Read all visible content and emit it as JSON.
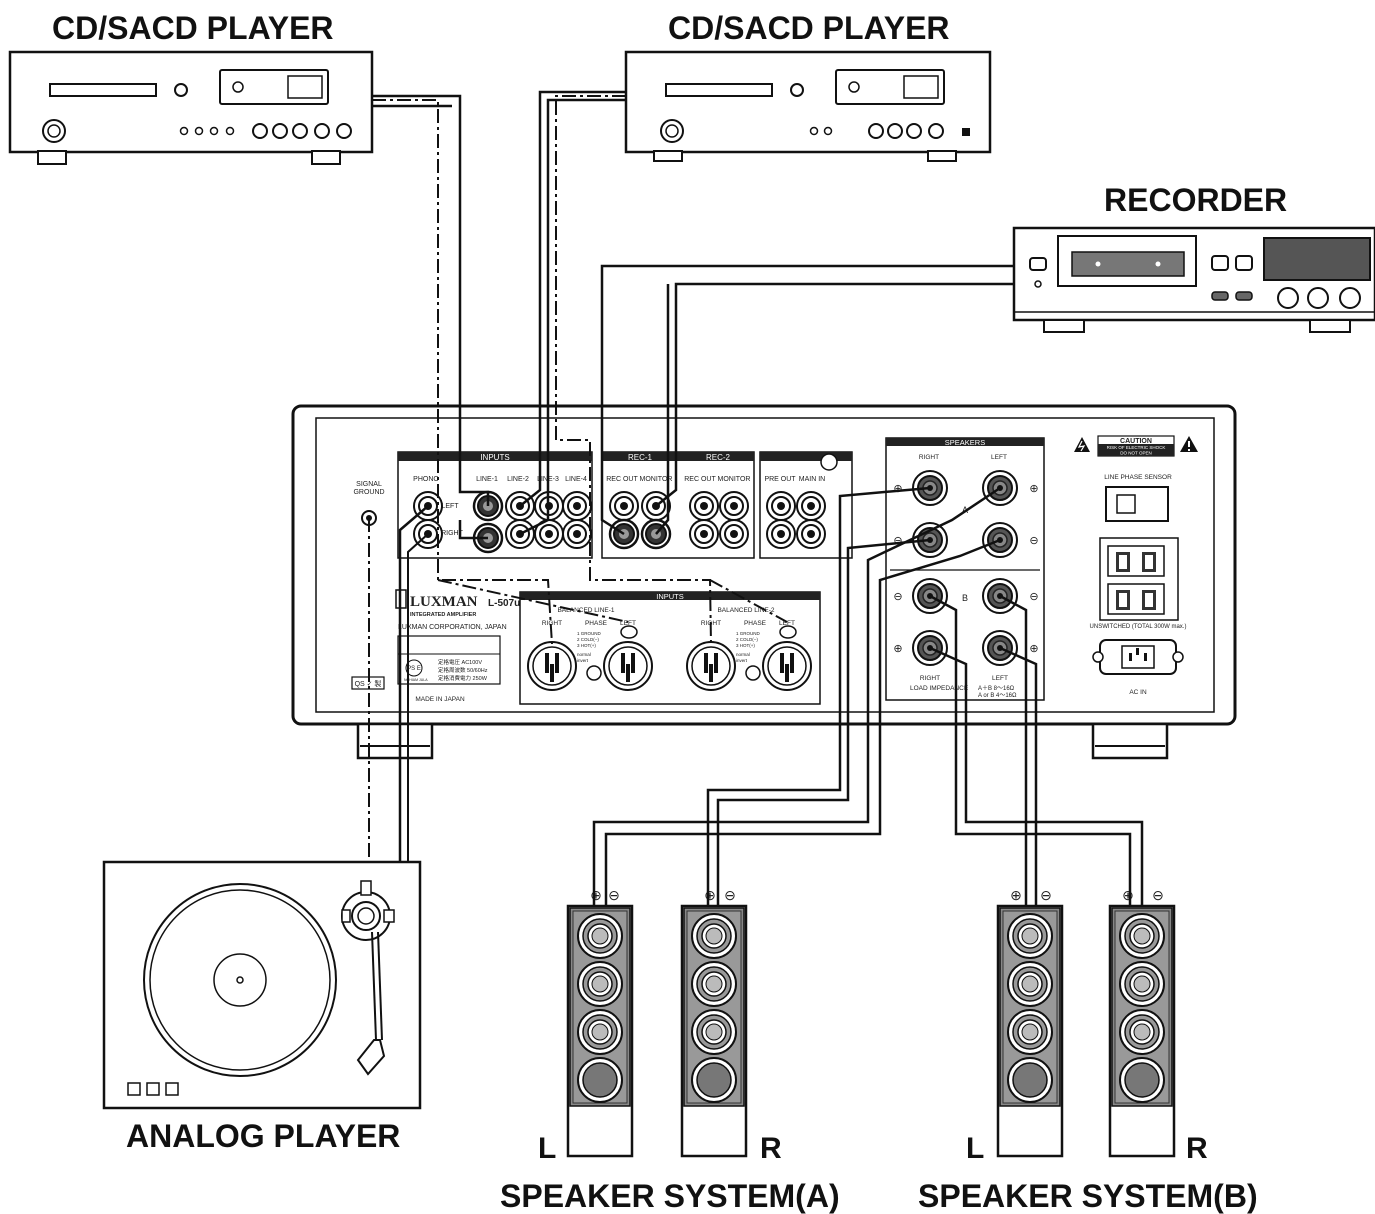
{
  "labels": {
    "cd1": "CD/SACD PLAYER",
    "cd2": "CD/SACD PLAYER",
    "recorder": "RECORDER",
    "analog": "ANALOG PLAYER",
    "spk_a": "SPEAKER SYSTEM(A)",
    "spk_b": "SPEAKER SYSTEM(B)",
    "a_left": "L",
    "a_right": "R",
    "b_left": "L",
    "b_right": "R"
  },
  "amp": {
    "inputs_title": "INPUTS",
    "phono": "PHONO",
    "line1": "LINE-1",
    "line2": "LINE-2",
    "line3": "LINE-3",
    "line4": "LINE-4",
    "left": "LEFT",
    "right": "RIGHT",
    "rec1": "REC-1",
    "rec2": "REC-2",
    "rec_out": "REC OUT",
    "monitor": "MONITOR",
    "pre_out": "PRE OUT",
    "main_in": "MAIN IN",
    "signal_ground": "SIGNAL",
    "signal_ground2": "GROUND",
    "speakers": "SPEAKERS",
    "sp_a": "A",
    "sp_b": "B",
    "load_imp": "LOAD IMPEDANCE",
    "imp_ab": "A＋B   8～16Ω",
    "imp_aorb": "A or B  4～16Ω",
    "caution": "CAUTION",
    "caution2": "RISK OF ELECTRIC SHOCK",
    "caution3": "DO NOT OPEN",
    "line_phase": "LINE PHASE SENSOR",
    "unswitched": "UNSWITCHED (TOTAL 300W max.)",
    "ac_in": "AC IN",
    "brand": "LUXMAN",
    "model": "L-507u",
    "integrated": "INTEGRATED AMPLIFIER",
    "corp": "LUXMAN CORPORATION, JAPAN",
    "made_in": "MADE IN JAPAN",
    "spec1": "定格電圧   AC100V",
    "spec2": "定格周波数  50/60Hz",
    "spec3": "定格消費電力  250W",
    "balanced1": "BALANCED LINE-1",
    "balanced2": "BALANCED LINE-2",
    "phase": "PHASE",
    "pin1": "1 GROUND",
    "pin2": "2 COLD(−)",
    "pin3": "3 HOT(+)",
    "normal": "normal",
    "invert": "invert",
    "pse": "PS E",
    "pse_sub": "NOHIAM JULA",
    "qs": "QS ✓ 製"
  },
  "terminals": {
    "plus": "⊕",
    "minus": "⊖"
  }
}
